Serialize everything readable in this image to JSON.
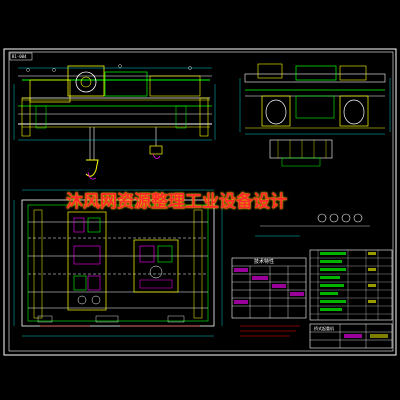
{
  "drawing": {
    "frame_tag": "B1-004",
    "watermark_text": "沐风网资源整理工业设备设计",
    "parts_table_title": "技术特性",
    "title_block_label": "桥式起重机",
    "colors": {
      "background": "#000000",
      "frame": "#ffffff",
      "structure": "#00ff00",
      "detail": "#ffff00",
      "accent": "#ff00ff",
      "cyan": "#00ffff",
      "watermark": "#ff2a2a",
      "red_line": "#ff0000"
    }
  }
}
